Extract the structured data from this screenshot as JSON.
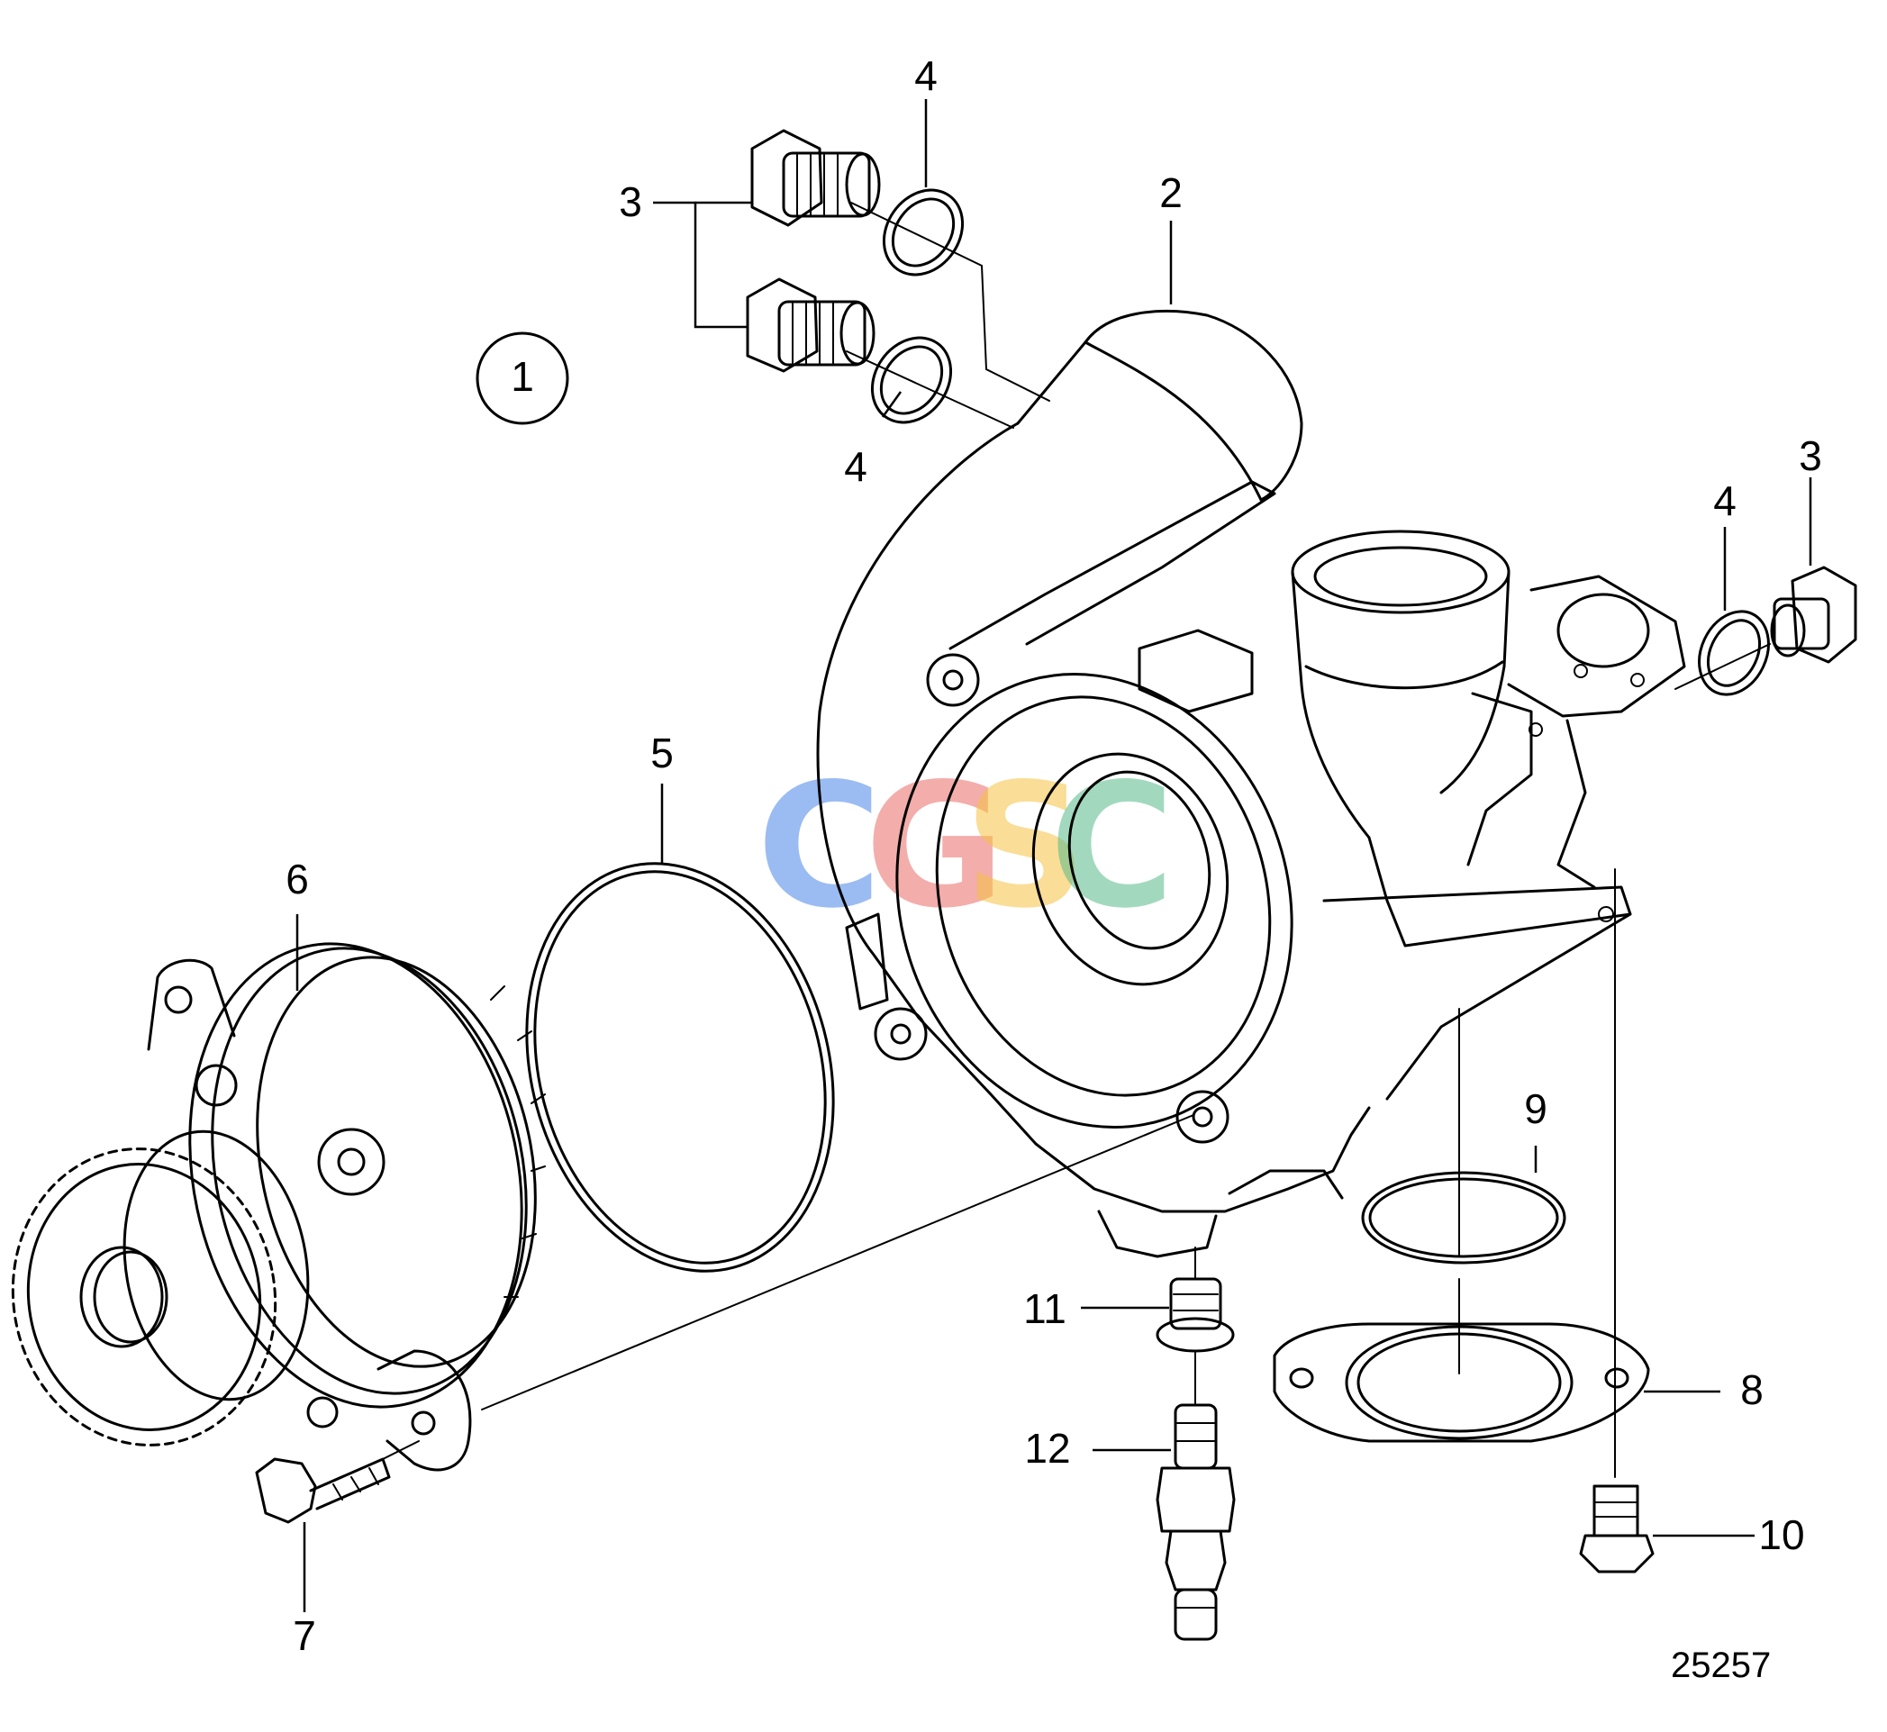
{
  "group_label": "1",
  "drawing_number": "25257",
  "watermark": {
    "letters": [
      "C",
      "G",
      "S",
      "C"
    ],
    "colors": [
      "#4a86e8",
      "#ea6b66",
      "#f6c342",
      "#57bb8a"
    ]
  },
  "callouts": {
    "c2": "2",
    "c3_upper": "3",
    "c3_right": "3",
    "c4_top": "4",
    "c4_lower": "4",
    "c4_right": "4",
    "c5": "5",
    "c6": "6",
    "c7": "7",
    "c8": "8",
    "c9": "9",
    "c10": "10",
    "c11": "11",
    "c12": "12"
  }
}
